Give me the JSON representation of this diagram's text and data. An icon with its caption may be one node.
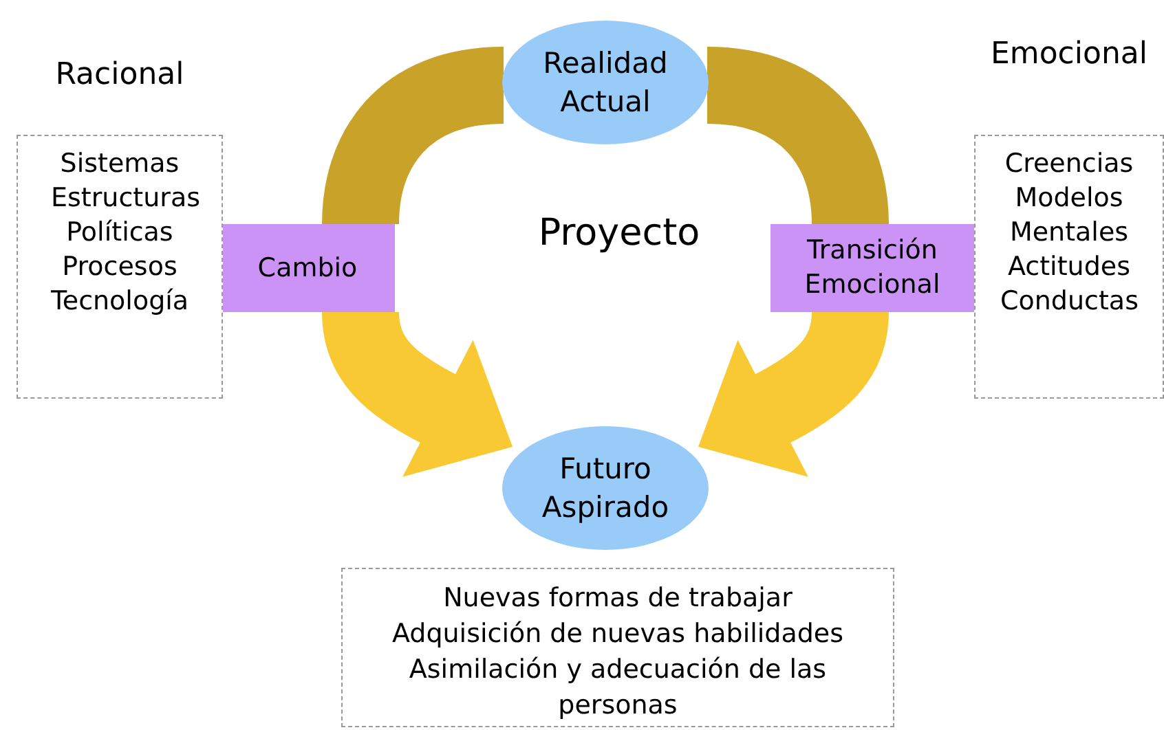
{
  "diagram": {
    "nodes": [
      {
        "text": [
          "Realidad Actual"
        ]
      },
      {
        "text": [
          "Futuro Aspirado"
        ]
      },
      {
        "text": [
          "Cambio"
        ]
      },
      {
        "text": [
          "Transición Emocional"
        ]
      },
      {
        "text": [
          "Racional",
          "Sistemas",
          "Estructuras",
          "Políticas",
          "Procesos",
          "Tecnología"
        ]
      },
      {
        "text": [
          "Emocional",
          "Creencias",
          "Modelos Mentales",
          "Actitudes",
          "Conductas"
        ]
      },
      {
        "text": [
          "Nuevas formas de trabajar",
          "Adquisición de nuevas habilidades",
          "Asimilación y adecuación de las personas"
        ]
      }
    ],
    "edges": [
      {
        "from": 0,
        "to": 2,
        "arrow": "none",
        "color": "#c9a22a"
      },
      {
        "from": 2,
        "to": 1,
        "arrow": "to",
        "color": "#f9c934"
      },
      {
        "from": 0,
        "to": 3,
        "arrow": "none",
        "color": "#c9a22a"
      },
      {
        "from": 3,
        "to": 1,
        "arrow": "to",
        "color": "#f9c934"
      }
    ],
    "labels": [
      "Proyecto"
    ]
  }
}
